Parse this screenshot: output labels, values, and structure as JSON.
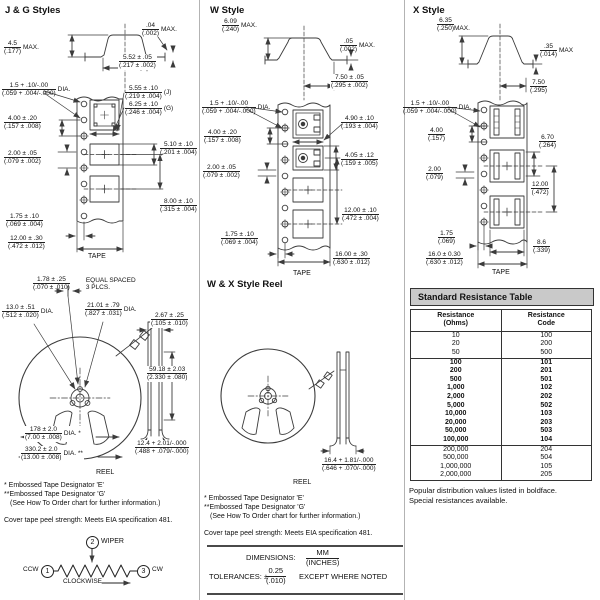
{
  "jg": {
    "title": "J & G Styles",
    "h04": {
      "mm": ".04",
      "in": "(.002)",
      "sfx": "MAX."
    },
    "h45": {
      "mm": "4.5",
      "in": "(.177)",
      "sfx": "MAX."
    },
    "w552": {
      "mm": "5.52 ± .05",
      "in": "(.217 ± .002)"
    },
    "j555": {
      "mm": "5.55 ± .10",
      "in": "(.219 ± .004)",
      "sfx": "(J)"
    },
    "g625": {
      "mm": "6.25 ± .10",
      "in": "(.246 ± .004)",
      "sfx": "(G)"
    },
    "dia": {
      "mm": "1.5 + .10/-.00",
      "in": "(.059 + .004/-.000)",
      "sfx": "DIA."
    },
    "p400": {
      "mm": "4.00 ± .20",
      "in": "(.157 ± .008)"
    },
    "p200": {
      "mm": "2.00 ± .05",
      "in": "(.079 ± .002)"
    },
    "p510": {
      "mm": "5.10 ± .10",
      "in": "(.201 ± .004)"
    },
    "p800": {
      "mm": "8.00 ± .10",
      "in": "(.315 ± .004)"
    },
    "p175": {
      "mm": "1.75 ± .10",
      "in": "(.069 ± .004)"
    },
    "p1200": {
      "mm": "12.00 ± .30",
      "in": "(.472 ± .012)"
    },
    "tape": "TAPE",
    "sp178": {
      "mm": "1.78 ± .25",
      "in": "(.070 ± .010)",
      "sfx1": "EQUAL SPACED",
      "sfx2": "3 PLCS."
    },
    "d130": {
      "mm": "13.0 ± .51",
      "in": "(.512 ± .020)",
      "sfx": "DIA."
    },
    "d2101": {
      "mm": "21.01 ± .79",
      "in": "(.827 ± .031)",
      "sfx": "DIA."
    },
    "d267": {
      "mm": "2.67 ± .25",
      "in": "(.105 ± .010)"
    },
    "d5918": {
      "mm": "59.18 ± 2.03",
      "in": "(2.330 ± .080)"
    },
    "d178": {
      "mm": "178 ± 2.0",
      "in": "(7.00 ± .008)",
      "sfx": "DIA. *"
    },
    "d3302": {
      "mm": "330.2 ± 2.0",
      "in": "(13.00 ± .008)",
      "sfx": "DIA. **"
    },
    "d124": {
      "mm": "12.4 + 2.01/-.000",
      "in": "(.488 + .079/-.000)"
    },
    "reel": "REEL"
  },
  "w": {
    "title": "W Style",
    "reel_heading": "W & X Style Reel",
    "h609": {
      "mm": "6.09",
      "in": "(.240)",
      "sfx": "MAX."
    },
    "h05": {
      "mm": ".05",
      "in": "(.002)",
      "sfx": "MAX."
    },
    "p750": {
      "mm": "7.50 ± .05",
      "in": "(.295 ± .002)"
    },
    "dia": {
      "mm": "1.5 + .10/-.00",
      "in": "(.059 + .004/-.000)",
      "sfx": "DIA."
    },
    "p400": {
      "mm": "4.00 ± .20",
      "in": "(.157 ± .008)"
    },
    "p490": {
      "mm": "4.90 ± .10",
      "in": "(.193 ± .004)"
    },
    "p405": {
      "mm": "4.05 ± .12",
      "in": "(.159 ± .005)"
    },
    "p200": {
      "mm": "2.00 ± .05",
      "in": "(.079 ± .002)"
    },
    "p1200": {
      "mm": "12.00 ± .10",
      "in": "(.472 ± .004)"
    },
    "p175": {
      "mm": "1.75 ± .10",
      "in": "(.069 ± .004)"
    },
    "p1600": {
      "mm": "16.00 ± .30",
      "in": "(.630 ± .012)"
    },
    "tape": "TAPE",
    "d164": {
      "mm": "16.4 + 1.81/-.000",
      "in": "(.646 + .070/-.000)"
    },
    "reel": "REEL"
  },
  "x": {
    "title": "X Style",
    "h635": {
      "mm": "6.35",
      "in": "(.250)",
      "sfx": "MAX."
    },
    "h35": {
      "mm": ".35",
      "in": "(.014)",
      "sfx": "MAX"
    },
    "p750": {
      "mm": "7.50",
      "in": "(.295)"
    },
    "dia": {
      "mm": "1.5 + .10/-.00",
      "in": "(.059 + .004/-.000)",
      "sfx": "DIA."
    },
    "p400": {
      "mm": "4.00",
      "in": "(.157)"
    },
    "p670": {
      "mm": "6.70",
      "in": "(.264)"
    },
    "p200": {
      "mm": "2.00",
      "in": "(.079)"
    },
    "p1200": {
      "mm": "12.00",
      "in": "(.472)"
    },
    "p175": {
      "mm": "1.75",
      "in": "(.069)"
    },
    "p86": {
      "mm": "8.6",
      "in": "(.339)"
    },
    "p160": {
      "mm": "16.0 ± 0.30",
      "in": "(.630 ± .012)"
    },
    "tape": "TAPE"
  },
  "notes": {
    "e": "*  Embossed Tape Designator 'E'",
    "g": "**Embossed Tape Designator 'G'",
    "see": "(See How To Order chart for further information.)",
    "cover": "Cover tape peel strength: Meets EIA specification 481."
  },
  "schematic": {
    "wiper_num": "2",
    "wiper": "WIPER",
    "ccw": "CCW",
    "t1": "1",
    "t3": "3",
    "cw": "CW",
    "clockwise": "CLOCKWISE"
  },
  "dimbox": {
    "dimensions_label": "DIMENSIONS:",
    "mm": "MM",
    "inches": "(INCHES)",
    "tolerances_label": "TOLERANCES: ±",
    "tol_mm": "0.25",
    "tol_in": "(.010)",
    "except": "EXCEPT WHERE NOTED"
  },
  "resistance_table": {
    "title": "Standard Resistance Table",
    "col1_l1": "Resistance",
    "col1_l2": "(Ohms)",
    "col2_l1": "Resistance",
    "col2_l2": "Code",
    "groups": [
      [
        {
          "ohms": "10",
          "code": "100"
        },
        {
          "ohms": "20",
          "code": "200"
        },
        {
          "ohms": "50",
          "code": "500"
        }
      ],
      [
        {
          "ohms": "100",
          "code": "101"
        },
        {
          "ohms": "200",
          "code": "201"
        },
        {
          "ohms": "500",
          "code": "501"
        },
        {
          "ohms": "1,000",
          "code": "102"
        },
        {
          "ohms": "2,000",
          "code": "202"
        },
        {
          "ohms": "5,000",
          "code": "502"
        },
        {
          "ohms": "10,000",
          "code": "103"
        },
        {
          "ohms": "20,000",
          "code": "203"
        },
        {
          "ohms": "50,000",
          "code": "503"
        },
        {
          "ohms": "100,000",
          "code": "104"
        }
      ],
      [
        {
          "ohms": "200,000",
          "code": "204"
        },
        {
          "ohms": "500,000",
          "code": "504"
        },
        {
          "ohms": "1,000,000",
          "code": "105"
        },
        {
          "ohms": "2,000,000",
          "code": "205"
        }
      ]
    ],
    "footnote1": "Popular distribution values listed in boldface.",
    "footnote2": "Special resistances available."
  }
}
